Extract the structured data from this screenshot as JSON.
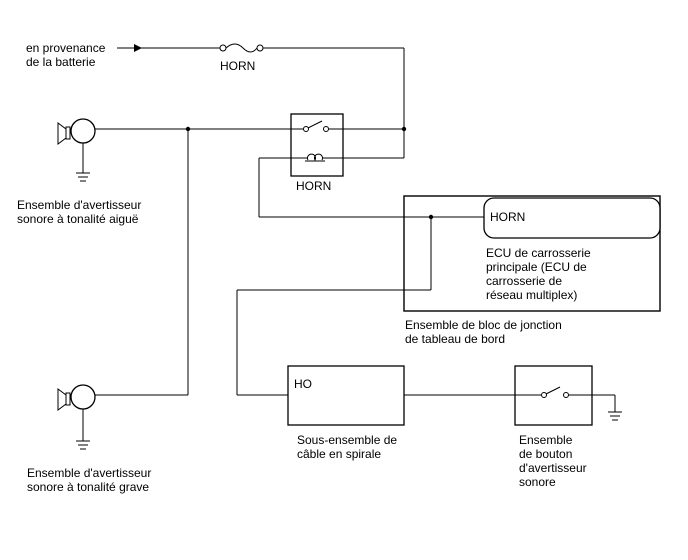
{
  "labels": {
    "battery_line1": "en provenance",
    "battery_line2": "de la batterie",
    "fuse": "HORN",
    "relay": "HORN",
    "horn_high_line1": "Ensemble d'avertisseur",
    "horn_high_line2": "sonore à tonalité aiguë",
    "horn_low_line1": "Ensemble d'avertisseur",
    "horn_low_line2": "sonore à tonalité grave",
    "ecu_terminal": "HORN",
    "ecu_line1": "ECU de carrosserie",
    "ecu_line2": "principale (ECU de",
    "ecu_line3": "carrosserie de",
    "ecu_line4": "réseau multiplex)",
    "junction_line1": "Ensemble de bloc de jonction",
    "junction_line2": "de tableau de bord",
    "spiral_terminal": "HO",
    "spiral_line1": "Sous-ensemble de",
    "spiral_line2": "câble en spirale",
    "switch_line1": "Ensemble",
    "switch_line2": "de bouton",
    "switch_line3": "d'avertisseur",
    "switch_line4": "sonore"
  },
  "icons": [
    "arrow-icon",
    "fuse-icon",
    "relay-switch-icon",
    "relay-coil-icon",
    "horn-icon",
    "ground-icon",
    "switch-icon"
  ]
}
